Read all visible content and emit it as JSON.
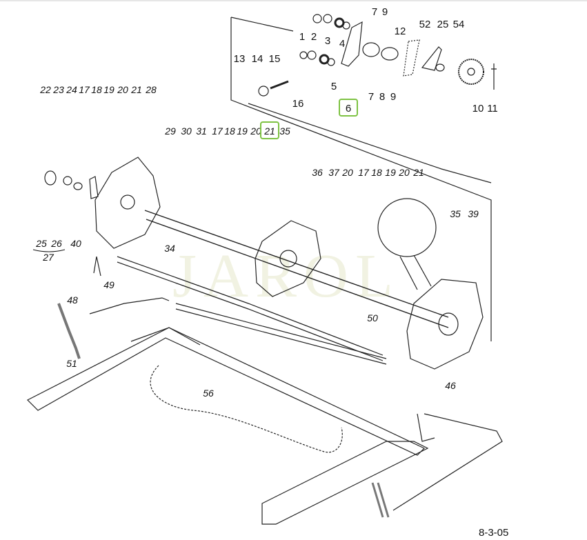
{
  "diagram": {
    "watermark": "JAROL",
    "footer_code": "8-3-05",
    "highlight_color": "#7dc242",
    "inset_callouts": [
      "7",
      "9",
      "1",
      "2",
      "3",
      "4",
      "12",
      "52",
      "25",
      "54",
      "13",
      "14",
      "15",
      "5",
      "7",
      "8",
      "9",
      "16",
      "6",
      "10",
      "11"
    ],
    "main_callouts": [
      "22",
      "23",
      "24",
      "17",
      "18",
      "19",
      "20",
      "21",
      "28",
      "29",
      "30",
      "31",
      "17",
      "18",
      "19",
      "20",
      "21",
      "35",
      "36",
      "37",
      "20",
      "17",
      "18",
      "19",
      "20",
      "21",
      "35",
      "39",
      "25",
      "26",
      "27",
      "40",
      "34",
      "49",
      "48",
      "50",
      "51",
      "56",
      "46"
    ],
    "highlighted_callouts": [
      "6",
      "21"
    ]
  }
}
